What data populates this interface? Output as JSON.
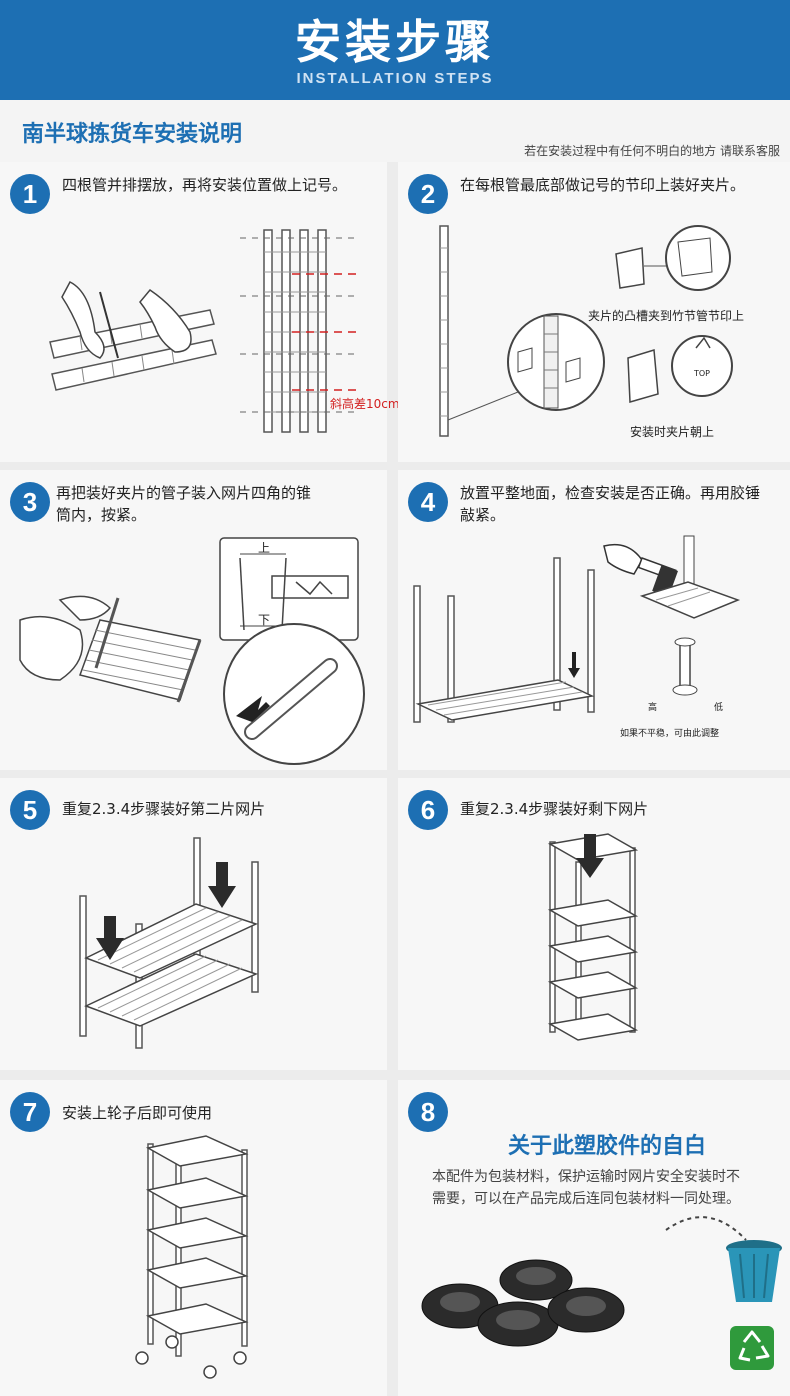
{
  "banner": {
    "title": "安装步骤",
    "subtitle": "INSTALLATION STEPS"
  },
  "header": {
    "title": "南半球拣货车安装说明",
    "note": "若在安装过程中有任何不明白的地方 请联系客服"
  },
  "steps": [
    {
      "num": "1",
      "text": "四根管并排摆放，再将安装位置做上记号。",
      "labels": [
        "斜高差10cm"
      ]
    },
    {
      "num": "2",
      "text": "在每根管最底部做记号的节印上装好夹片。",
      "labels": [
        "夹片的凸槽夹到竹节管节印上",
        "安装时夹片朝上",
        "TOP"
      ]
    },
    {
      "num": "3",
      "text": "再把装好夹片的管子装入网片四角的锥筒内，按紧。",
      "labels": [
        "上",
        "下"
      ]
    },
    {
      "num": "4",
      "text": "放置平整地面，检查安装是否正确。再用胶锤敲紧。",
      "labels": [
        "如果不平稳，可由此调整",
        "高",
        "低"
      ]
    },
    {
      "num": "5",
      "text": "重复2.3.4步骤装好第二片网片",
      "labels": []
    },
    {
      "num": "6",
      "text": "重复2.3.4步骤装好剩下网片",
      "labels": []
    },
    {
      "num": "7",
      "text": "安装上轮子后即可使用",
      "labels": []
    },
    {
      "num": "8",
      "title": "关于此塑胶件的自白",
      "text": "本配件为包装材料，保护运输时网片安全安装时不需要，可以在产品完成后连同包装材料一同处理。",
      "labels": []
    }
  ],
  "colors": {
    "brand": "#1d6fb3",
    "accent_red": "#d32020",
    "panel_bg": "#f7f7f7",
    "recycle_green": "#2f9a3c",
    "bin_teal": "#2a95b8"
  },
  "icons": [
    "hand-icon",
    "hammer-icon",
    "arrow-down-icon",
    "trash-bin-icon",
    "recycle-icon"
  ]
}
